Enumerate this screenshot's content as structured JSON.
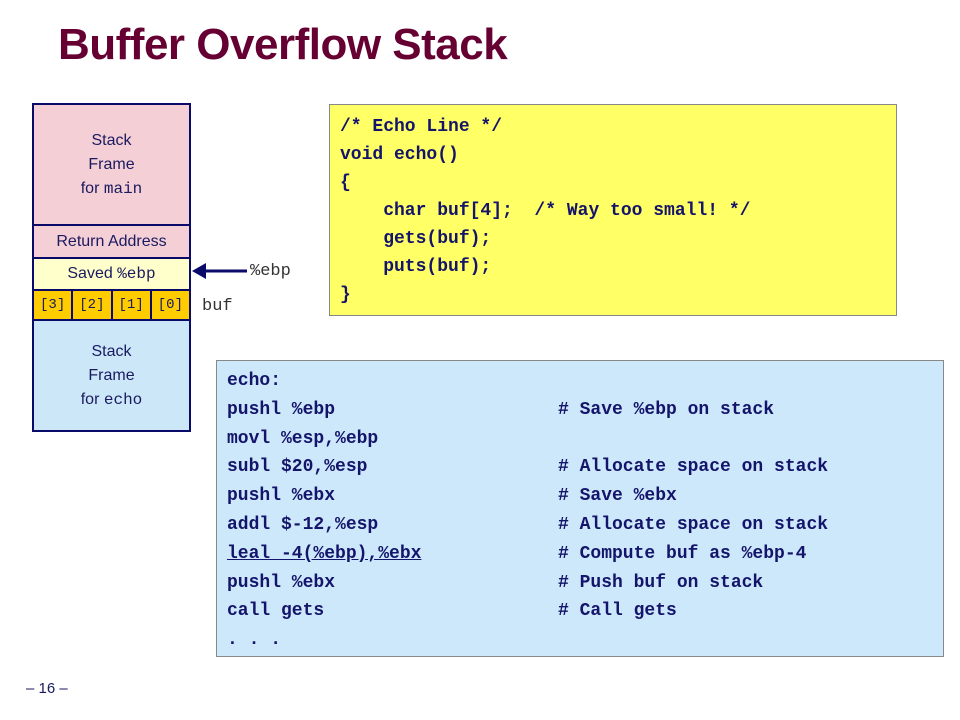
{
  "title": "Buffer Overflow Stack",
  "stack": {
    "main_frame": {
      "line1": "Stack",
      "line2": "Frame",
      "line3_prefix": "for ",
      "line3_code": "main"
    },
    "return_address": "Return Address",
    "saved_ebp": {
      "prefix": "Saved ",
      "code": "%ebp"
    },
    "buf_cells": [
      "[3]",
      "[2]",
      "[1]",
      "[0]"
    ],
    "echo_frame": {
      "line1": "Stack",
      "line2": "Frame",
      "line3_prefix": "for ",
      "line3_code": "echo"
    }
  },
  "pointer_labels": {
    "ebp": "%ebp",
    "buf": "buf"
  },
  "c_code": {
    "lines": [
      "/* Echo Line */",
      "void echo()",
      "{",
      "    char buf[4];  /* Way too small! */",
      "    gets(buf);",
      "    puts(buf);",
      "}"
    ]
  },
  "assembly": {
    "rows": [
      {
        "instr": "echo:",
        "comment": "",
        "underline": false
      },
      {
        "instr": "pushl %ebp",
        "comment": "# Save %ebp on stack",
        "underline": false
      },
      {
        "instr": "movl %esp,%ebp",
        "comment": "",
        "underline": false
      },
      {
        "instr": "subl $20,%esp",
        "comment": "# Allocate space on stack",
        "underline": false
      },
      {
        "instr": "pushl %ebx",
        "comment": "# Save %ebx",
        "underline": false
      },
      {
        "instr": "addl $-12,%esp",
        "comment": "# Allocate space on stack",
        "underline": false
      },
      {
        "instr": "leal -4(%ebp),%ebx",
        "comment": "# Compute buf as %ebp-4",
        "underline": true
      },
      {
        "instr": "pushl %ebx",
        "comment": "# Push buf on stack",
        "underline": false
      },
      {
        "instr": "call gets",
        "comment": "# Call gets",
        "underline": false
      },
      {
        "instr": ". . .",
        "comment": "",
        "underline": false
      }
    ]
  },
  "page_number": "– 16 –",
  "colors": {
    "title": "#660033",
    "stack_frame_main": "#f5cfd6",
    "saved_ebp": "#ffffcc",
    "buf": "#ffcc00",
    "stack_frame_echo": "#cce8f8",
    "c_code_bg": "#ffff66",
    "asm_bg": "#cce8fa",
    "text": "#14146a"
  }
}
